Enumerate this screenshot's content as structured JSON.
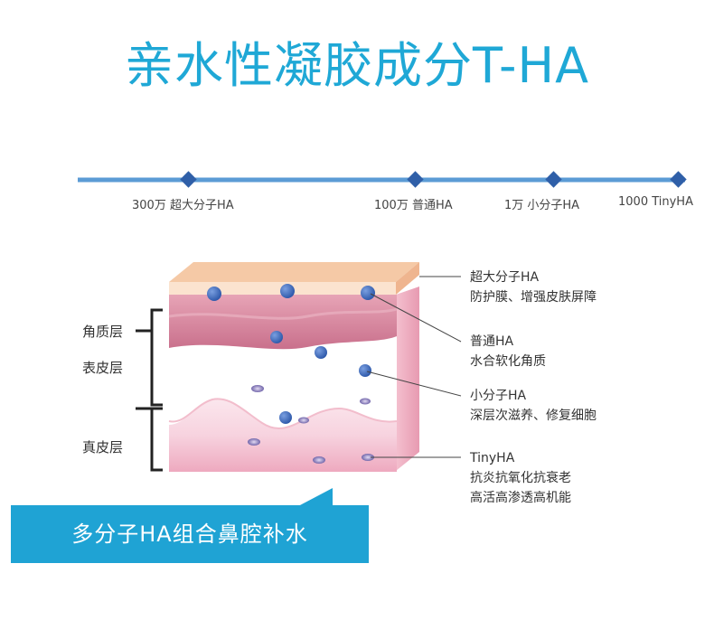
{
  "title": "亲水性凝胶成分T-HA",
  "timeline": {
    "colors": {
      "line": "#5b9bd5",
      "marker": "#2f5fa8"
    },
    "points": [
      {
        "label": "300万 超大分子HA"
      },
      {
        "label": "100万 普通HA"
      },
      {
        "label": "1万 小分子HA"
      },
      {
        "label": "1000 TinyHA"
      }
    ]
  },
  "layers": {
    "stratum_corneum": "角质层",
    "epidermis": "表皮层",
    "dermis": "真皮层"
  },
  "callouts": [
    {
      "name": "超大分子HA",
      "desc": "防护膜、增强皮肤屏障"
    },
    {
      "name": "普通HA",
      "desc": "水合软化角质"
    },
    {
      "name": "小分子HA",
      "desc": "深层次滋养、修复细胞"
    },
    {
      "name": "TinyHA",
      "desc1": "抗炎抗氧化抗衰老",
      "desc2": "高活高渗透高机能"
    }
  ],
  "banner": {
    "text": "多分子HA组合鼻腔补水",
    "color": "#1fa3d4"
  },
  "colors": {
    "accent": "#1fa8d6",
    "skin_top": "#f5c9a6",
    "skin_pink": "#d98aa3"
  }
}
